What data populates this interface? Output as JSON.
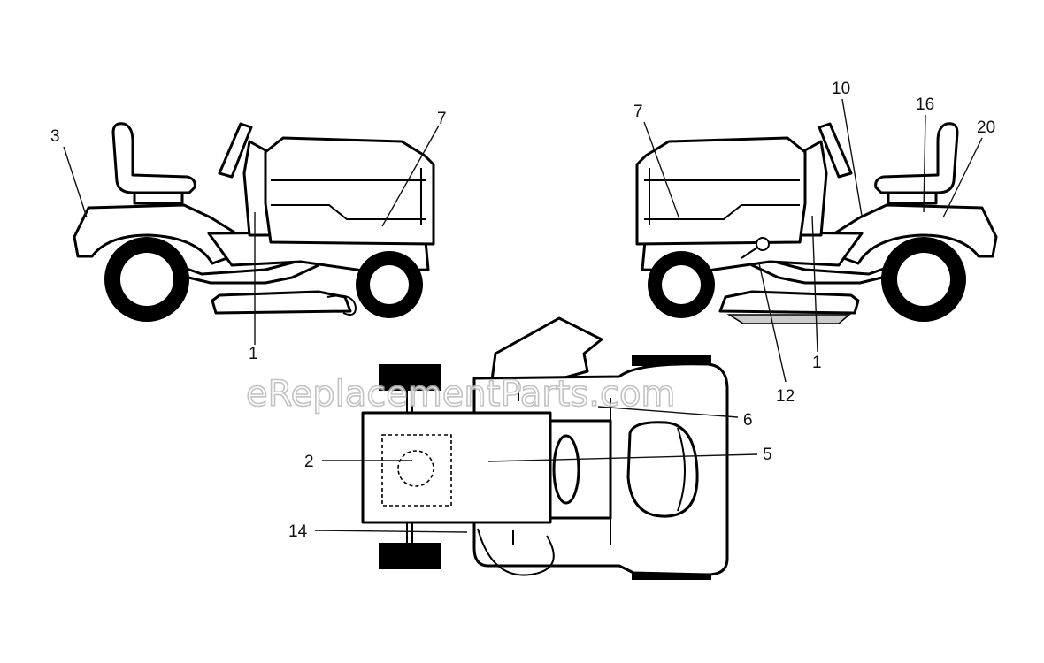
{
  "colors": {
    "ink": "#000000",
    "background": "#ffffff",
    "watermark": "#b8b8b8"
  },
  "watermark": "eReplacementParts.com",
  "labels": {
    "left_3": "3",
    "left_7": "7",
    "left_1": "1",
    "right_7": "7",
    "right_10": "10",
    "right_16": "16",
    "right_20": "20",
    "right_1": "1",
    "right_12": "12",
    "top_6": "6",
    "top_5": "5",
    "top_2": "2",
    "top_14": "14"
  }
}
